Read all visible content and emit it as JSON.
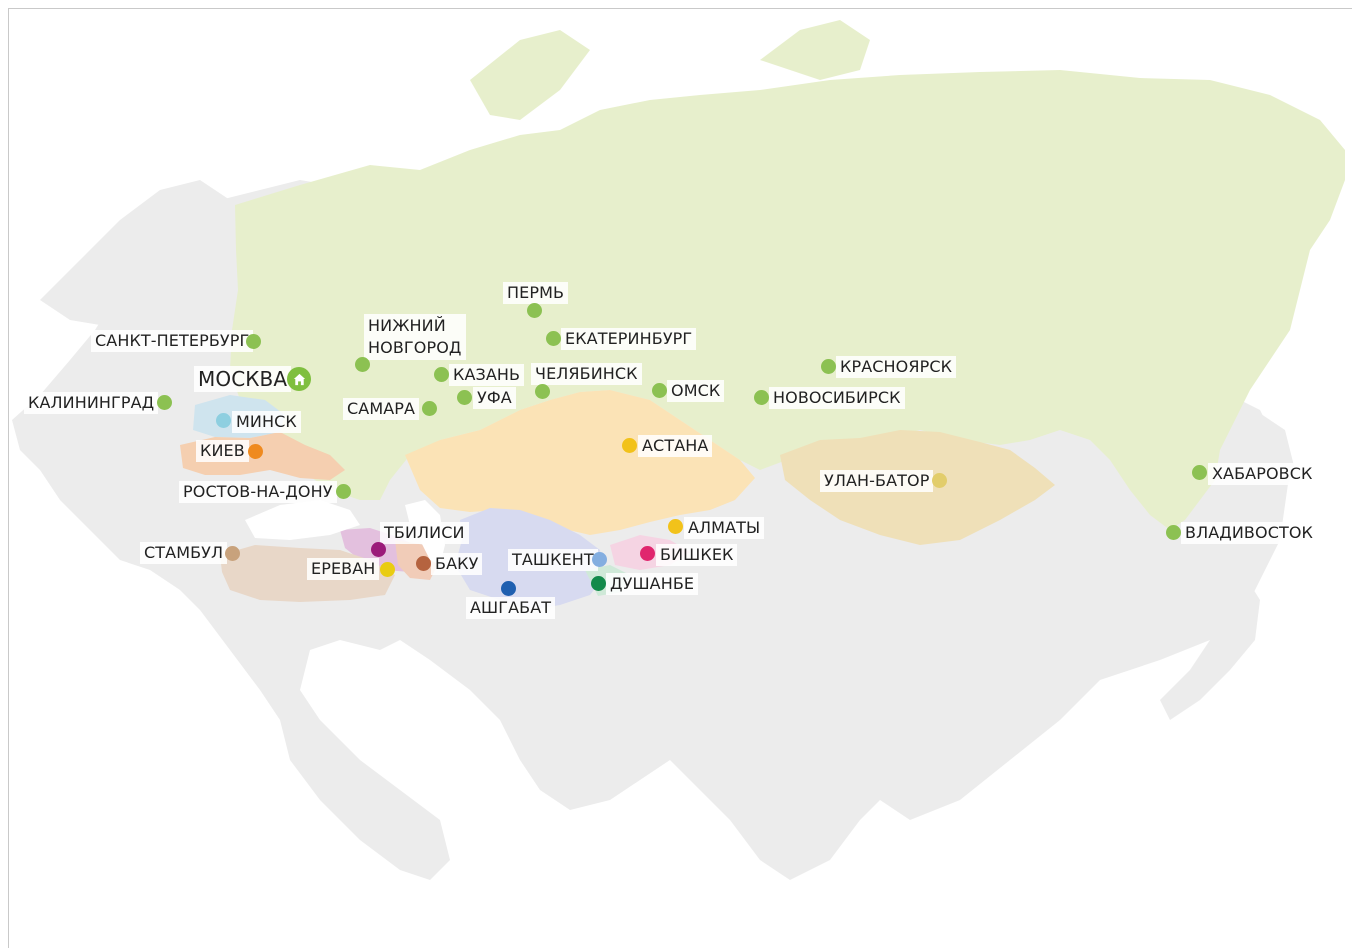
{
  "colors": {
    "russia": "#e7efcc",
    "landmass": "#ececec",
    "kazakhstan": "#fbe3b6",
    "mongolia": "#efe0b8",
    "ukraine": "#f5cfb0",
    "belarus": "#cfe4ee",
    "turkey": "#e8d7c8",
    "uzbekistan": "#d7daf0",
    "caucasus": "#e3c0de",
    "kyrgyzstan": "#f5d4e3",
    "tajikistan": "#cfe9d8",
    "home_green": "#7fbf3f"
  },
  "cities": [
    {
      "id": "moscow",
      "label": "МОСКВА",
      "dot_color": "#7fbf3f",
      "kind": "home"
    },
    {
      "id": "saint-petersburg",
      "label": "САНКТ-ПЕТЕРБУРГ",
      "dot_color": "#8cc152"
    },
    {
      "id": "kaliningrad",
      "label": "КАЛИНИНГРАД",
      "dot_color": "#8cc152"
    },
    {
      "id": "minsk",
      "label": "МИНСК",
      "dot_color": "#8ecfe0"
    },
    {
      "id": "kiev",
      "label": "КИЕВ",
      "dot_color": "#ef8a1f"
    },
    {
      "id": "rostov",
      "label": "РОСТОВ-НА-ДОНУ",
      "dot_color": "#8cc152"
    },
    {
      "id": "nizhny",
      "label": "НИЖНИЙ\nНОВГОРОД",
      "dot_color": "#8cc152"
    },
    {
      "id": "perm",
      "label": "ПЕРМЬ",
      "dot_color": "#8cc152"
    },
    {
      "id": "ekaterinburg",
      "label": "ЕКАТЕРИНБУРГ",
      "dot_color": "#8cc152"
    },
    {
      "id": "kazan",
      "label": "КАЗАНЬ",
      "dot_color": "#8cc152"
    },
    {
      "id": "samara",
      "label": "САМАРА",
      "dot_color": "#8cc152"
    },
    {
      "id": "ufa",
      "label": "УФА",
      "dot_color": "#8cc152"
    },
    {
      "id": "chelyabinsk",
      "label": "ЧЕЛЯБИНСК",
      "dot_color": "#8cc152"
    },
    {
      "id": "omsk",
      "label": "ОМСК",
      "dot_color": "#8cc152"
    },
    {
      "id": "novosibirsk",
      "label": "НОВОСИБИРСК",
      "dot_color": "#8cc152"
    },
    {
      "id": "krasnoyarsk",
      "label": "КРАСНОЯРСК",
      "dot_color": "#8cc152"
    },
    {
      "id": "astana",
      "label": "АСТАНА",
      "dot_color": "#f2c21a"
    },
    {
      "id": "ulan-bator",
      "label": "УЛАН-БАТОР",
      "dot_color": "#e2cd6b"
    },
    {
      "id": "khabarovsk",
      "label": "ХАБАРОВСК",
      "dot_color": "#8cc152"
    },
    {
      "id": "vladivostok",
      "label": "ВЛАДИВОСТОК",
      "dot_color": "#8cc152"
    },
    {
      "id": "tbilisi",
      "label": "ТБИЛИСИ",
      "dot_color": "#9b1b7a"
    },
    {
      "id": "istanbul",
      "label": "СТАМБУЛ",
      "dot_color": "#c8a27c"
    },
    {
      "id": "erevan",
      "label": "ЕРЕВАН",
      "dot_color": "#e9cc12"
    },
    {
      "id": "baku",
      "label": "БАКУ",
      "dot_color": "#b5633f"
    },
    {
      "id": "tashkent",
      "label": "ТАШКЕНТ",
      "dot_color": "#84aee0"
    },
    {
      "id": "bishkek",
      "label": "БИШКЕК",
      "dot_color": "#e0266e"
    },
    {
      "id": "almaty",
      "label": "АЛМАТЫ",
      "dot_color": "#f2c21a"
    },
    {
      "id": "dushanbe",
      "label": "ДУШАНБЕ",
      "dot_color": "#138a4b"
    },
    {
      "id": "ashgabat",
      "label": "АШГАБАТ",
      "dot_color": "#1f5fb0"
    }
  ]
}
